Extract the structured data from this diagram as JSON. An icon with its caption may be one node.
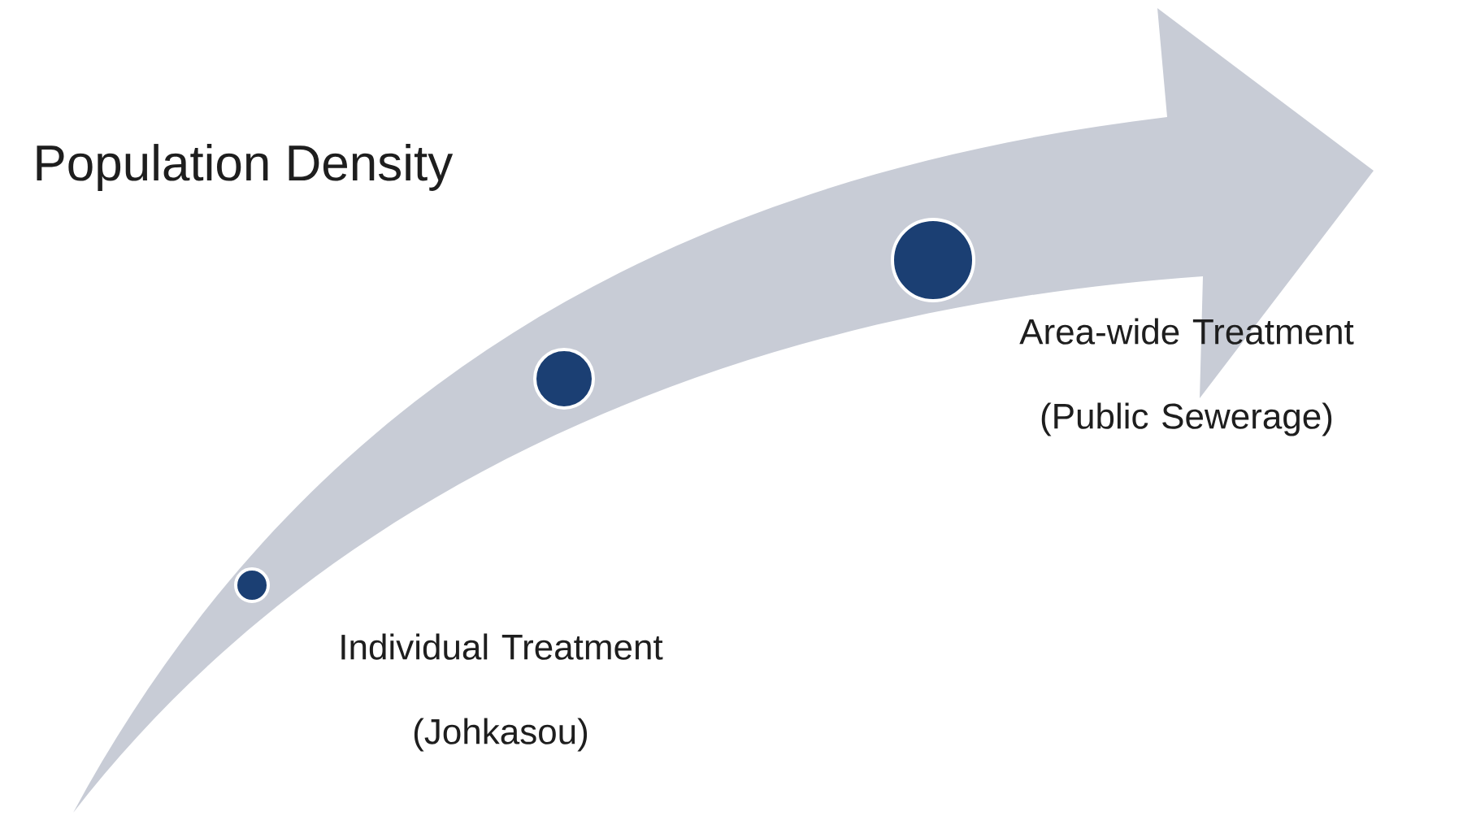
{
  "diagram": {
    "nodes": [
      {
        "text": [],
        "shape": "circle",
        "beside": [
          "Individual Treatment (Johkasou)"
        ]
      },
      {
        "text": [],
        "shape": "circle"
      },
      {
        "text": [],
        "shape": "circle",
        "beside": [
          "Area-wide Treatment (Public Sewerage)"
        ]
      }
    ],
    "labels": [
      "Population Density"
    ]
  }
}
